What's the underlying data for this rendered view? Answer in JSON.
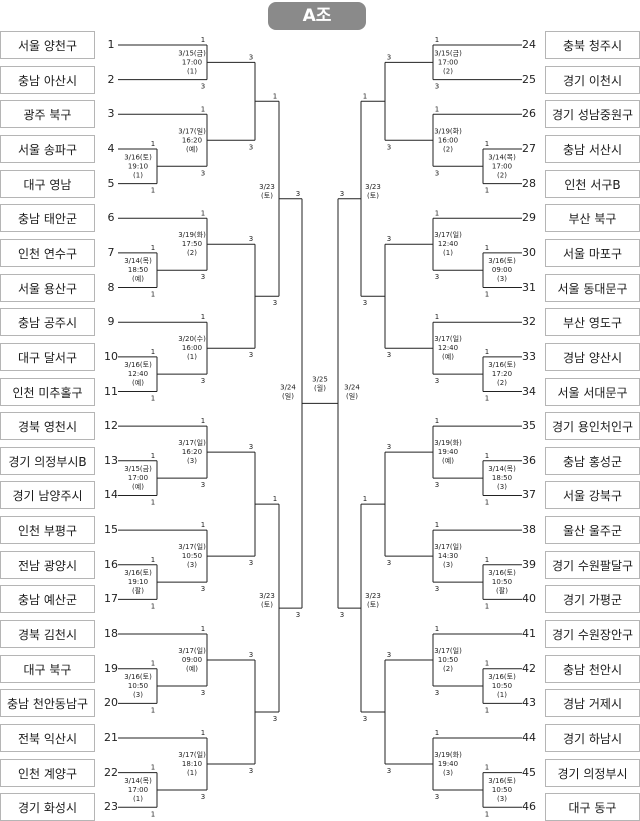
{
  "title": "A조",
  "left_teams": [
    {
      "num": "1",
      "name": "서울 양천구"
    },
    {
      "num": "2",
      "name": "충남 아산시"
    },
    {
      "num": "3",
      "name": "광주 북구"
    },
    {
      "num": "4",
      "name": "서울 송파구"
    },
    {
      "num": "5",
      "name": "대구 영남"
    },
    {
      "num": "6",
      "name": "충남 태안군"
    },
    {
      "num": "7",
      "name": "인천 연수구"
    },
    {
      "num": "8",
      "name": "서울 용산구"
    },
    {
      "num": "9",
      "name": "충남 공주시"
    },
    {
      "num": "10",
      "name": "대구 달서구"
    },
    {
      "num": "11",
      "name": "인천 미추홀구"
    },
    {
      "num": "12",
      "name": "경북 영천시"
    },
    {
      "num": "13",
      "name": "경기 의정부시B"
    },
    {
      "num": "14",
      "name": "경기 남양주시"
    },
    {
      "num": "15",
      "name": "인천 부평구"
    },
    {
      "num": "16",
      "name": "전남 광양시"
    },
    {
      "num": "17",
      "name": "충남 예산군"
    },
    {
      "num": "18",
      "name": "경북 김천시"
    },
    {
      "num": "19",
      "name": "대구 북구"
    },
    {
      "num": "20",
      "name": "충남 천안동남구"
    },
    {
      "num": "21",
      "name": "전북 익산시"
    },
    {
      "num": "22",
      "name": "인천 계양구"
    },
    {
      "num": "23",
      "name": "경기 화성시"
    }
  ],
  "right_teams": [
    {
      "num": "24",
      "name": "충북 청주시"
    },
    {
      "num": "25",
      "name": "경기 이천시"
    },
    {
      "num": "26",
      "name": "경기 성남중원구"
    },
    {
      "num": "27",
      "name": "충남 서산시"
    },
    {
      "num": "28",
      "name": "인천 서구B"
    },
    {
      "num": "29",
      "name": "부산 북구"
    },
    {
      "num": "30",
      "name": "서울 마포구"
    },
    {
      "num": "31",
      "name": "서울 동대문구"
    },
    {
      "num": "32",
      "name": "부산 영도구"
    },
    {
      "num": "33",
      "name": "경남 양산시"
    },
    {
      "num": "34",
      "name": "서울 서대문구"
    },
    {
      "num": "35",
      "name": "경기 용인처인구"
    },
    {
      "num": "36",
      "name": "충남 홍성군"
    },
    {
      "num": "37",
      "name": "서울 강북구"
    },
    {
      "num": "38",
      "name": "울산 울주군"
    },
    {
      "num": "39",
      "name": "경기 수원팔달구"
    },
    {
      "num": "40",
      "name": "경기 가평군"
    },
    {
      "num": "41",
      "name": "경기 수원장안구"
    },
    {
      "num": "42",
      "name": "충남 천안시"
    },
    {
      "num": "43",
      "name": "경남 거제시"
    },
    {
      "num": "44",
      "name": "경기 하남시"
    },
    {
      "num": "45",
      "name": "경기 의정부시"
    },
    {
      "num": "46",
      "name": "대구 동구"
    }
  ],
  "left_prelims": [
    {
      "date": "3/16(토)",
      "time": "19:10",
      "court": "(1)"
    },
    {
      "date": "3/14(목)",
      "time": "18:50",
      "court": "(예)"
    },
    {
      "date": "3/16(토)",
      "time": "12:40",
      "court": "(예)"
    },
    {
      "date": "3/15(금)",
      "time": "17:00",
      "court": "(예)"
    },
    {
      "date": "3/16(토)",
      "time": "19:10",
      "court": "(팔)"
    },
    {
      "date": "3/16(토)",
      "time": "10:50",
      "court": "(3)"
    },
    {
      "date": "3/14(목)",
      "time": "17:00",
      "court": "(1)"
    }
  ],
  "left_r1": [
    {
      "date": "3/15(금)",
      "time": "17:00",
      "court": "(1)"
    },
    {
      "date": "3/17(일)",
      "time": "16:20",
      "court": "(예)"
    },
    {
      "date": "3/19(화)",
      "time": "17:50",
      "court": "(2)"
    },
    {
      "date": "3/20(수)",
      "time": "16:00",
      "court": "(1)"
    },
    {
      "date": "3/17(일)",
      "time": "16:20",
      "court": "(3)"
    },
    {
      "date": "3/17(일)",
      "time": "10:50",
      "court": "(3)"
    },
    {
      "date": "3/17(일)",
      "time": "09:00",
      "court": "(예)"
    },
    {
      "date": "3/17(일)",
      "time": "18:10",
      "court": "(1)"
    }
  ],
  "right_prelims": [
    {
      "date": "3/14(목)",
      "time": "17:00",
      "court": "(2)"
    },
    {
      "date": "3/16(토)",
      "time": "09:00",
      "court": "(3)"
    },
    {
      "date": "3/16(토)",
      "time": "17:20",
      "court": "(2)"
    },
    {
      "date": "3/14(목)",
      "time": "18:50",
      "court": "(3)"
    },
    {
      "date": "3/16(토)",
      "time": "10:50",
      "court": "(팔)"
    },
    {
      "date": "3/16(토)",
      "time": "10:50",
      "court": "(1)"
    },
    {
      "date": "3/16(토)",
      "time": "10:50",
      "court": "(3)"
    }
  ],
  "right_r1": [
    {
      "date": "3/15(금)",
      "time": "17:00",
      "court": "(2)"
    },
    {
      "date": "3/19(화)",
      "time": "16:00",
      "court": "(2)"
    },
    {
      "date": "3/17(일)",
      "time": "12:40",
      "court": "(1)"
    },
    {
      "date": "3/17(일)",
      "time": "12:40",
      "court": "(예)"
    },
    {
      "date": "3/19(화)",
      "time": "19:40",
      "court": "(예)"
    },
    {
      "date": "3/17(일)",
      "time": "14:30",
      "court": "(3)"
    },
    {
      "date": "3/17(일)",
      "time": "10:50",
      "court": "(2)"
    },
    {
      "date": "3/19(화)",
      "time": "19:40",
      "court": "(3)"
    }
  ],
  "r3_labels": {
    "left_top": "3/23 (토)",
    "left_bottom": "3/23 (토)",
    "right_top": "3/23 (토)",
    "right_bottom": "3/23 (토)"
  },
  "semi_labels": {
    "left": "3/24 (일)",
    "right": "3/24 (일)"
  },
  "final_label": "3/25 (월)",
  "colors": {
    "line": "#222222",
    "box_border": "#b5b5b5",
    "badge": "#8a8a8a"
  }
}
